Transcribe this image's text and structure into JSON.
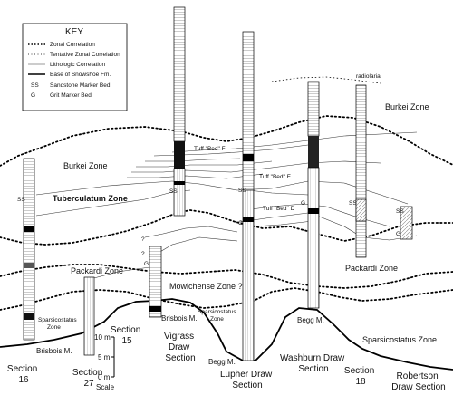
{
  "key": {
    "title": "KEY",
    "items": [
      {
        "symbol": "dotted-bold",
        "label": "Zonal Correlation"
      },
      {
        "symbol": "dotted-light",
        "label": "Tentative Zonal Correlation"
      },
      {
        "symbol": "thin-line",
        "label": "Lithologic Correlation"
      },
      {
        "symbol": "thick-line",
        "label": "Base of Snowshoe Fm."
      },
      {
        "symbol": "SS",
        "label": "Sandstone Marker Bed"
      },
      {
        "symbol": "G",
        "label": "Grit Marker Bed"
      }
    ]
  },
  "zones": {
    "burkei_left": "Burkei Zone",
    "burkei_right": "Burkei Zone",
    "tuberculatum": "Tuberculatum Zone",
    "packardi_left": "Packardi Zone",
    "packardi_right": "Packardi Zone",
    "mowichense": "Mowichense Zone ?",
    "sparsicostatus_left_1": "Sparsicostatus",
    "sparsicostatus_left_2": "Zone",
    "sparsicostatus_mid_1": "Sparsicostatus",
    "sparsicostatus_mid_2": "Zone",
    "sparsicostatus_right": "Sparsicostatus Zone"
  },
  "beds": {
    "tuff_f": "Tuff \"Bed\" F",
    "tuff_e": "Tuff \"Bed\" E",
    "tuff_d": "Tuff \"Bed\" D",
    "ss": "SS",
    "g": "G",
    "q": "?",
    "tiny_note": "radiolaria"
  },
  "sections": {
    "s16": [
      "Section",
      "16"
    ],
    "s27": [
      "Section",
      "27"
    ],
    "s15": [
      "Section",
      "15"
    ],
    "vigrass": [
      "Vigrass",
      "Draw",
      "Section"
    ],
    "lupher": [
      "Lupher Draw",
      "Section"
    ],
    "washburn": [
      "Washburn Draw",
      "Section"
    ],
    "s18": [
      "Section",
      "18"
    ],
    "robertson": [
      "Robertson",
      "Draw Section"
    ]
  },
  "members": {
    "brisbois_left": "Brisbois M.",
    "brisbois_mid": "Brisbois M.",
    "begg_left": "Begg M.",
    "begg_right": "Begg M."
  },
  "scale": {
    "ticks": [
      "10 m",
      "5 m",
      "0 m"
    ],
    "label": "Scale"
  }
}
